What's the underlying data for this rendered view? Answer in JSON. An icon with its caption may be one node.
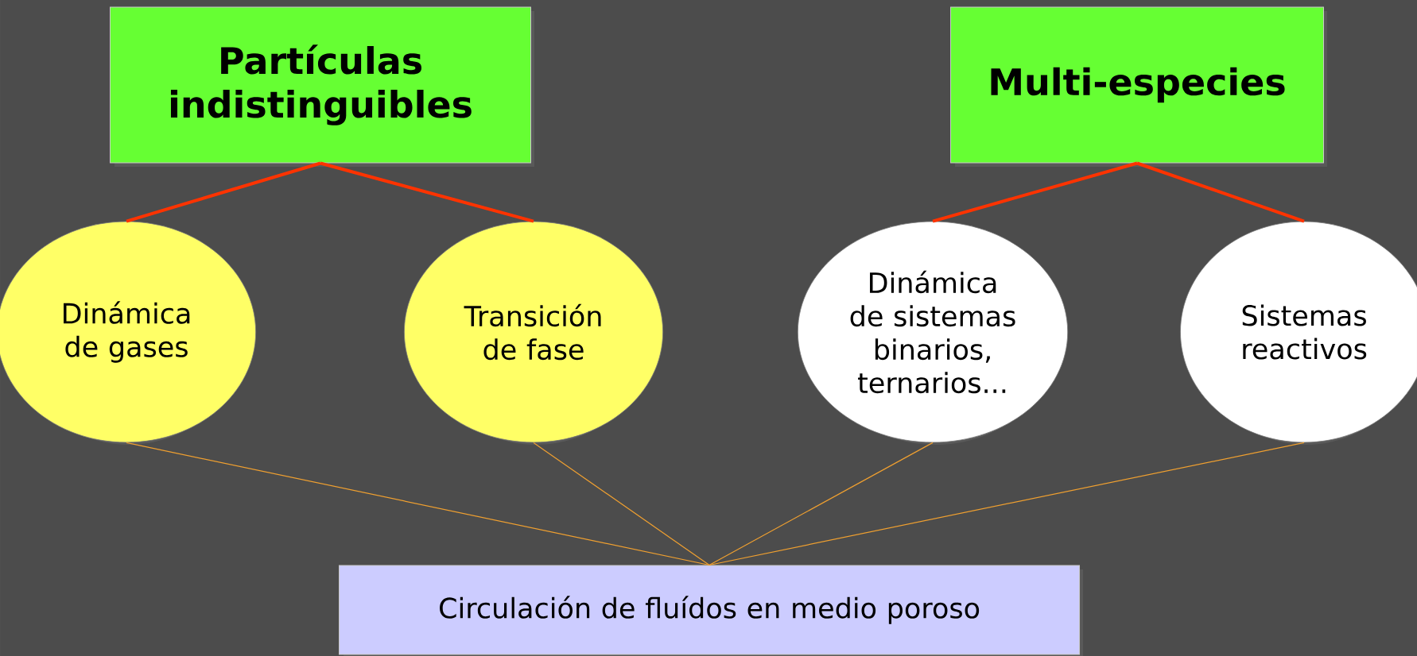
{
  "diagram": {
    "nodes": [
      {
        "text": [
          "Partículas indistinguibles"
        ]
      },
      {
        "text": [
          "Multi-especies"
        ]
      },
      {
        "text": [
          "Dinámica de gases"
        ]
      },
      {
        "text": [
          "Transición de fase"
        ]
      },
      {
        "text": [
          "Dinámica de sistemas binarios, ternarios..."
        ]
      },
      {
        "text": [
          "Sistemas reactivos"
        ]
      },
      {
        "text": [
          "Circulación de fluídos en medio poroso"
        ]
      }
    ],
    "edges": [
      {
        "from": 0,
        "to": 2,
        "arrow": "none",
        "style": "thick",
        "color": "#ff3300"
      },
      {
        "from": 0,
        "to": 3,
        "arrow": "none",
        "style": "thick",
        "color": "#ff3300"
      },
      {
        "from": 1,
        "to": 4,
        "arrow": "none",
        "style": "thick",
        "color": "#ff3300"
      },
      {
        "from": 1,
        "to": 5,
        "arrow": "none",
        "style": "thick",
        "color": "#ff3300"
      },
      {
        "from": 2,
        "to": 6,
        "arrow": "none",
        "color": "#f0a030"
      },
      {
        "from": 3,
        "to": 6,
        "arrow": "none",
        "color": "#f0a030"
      },
      {
        "from": 4,
        "to": 6,
        "arrow": "none",
        "color": "#f0a030"
      },
      {
        "from": 5,
        "to": 6,
        "arrow": "none",
        "color": "#f0a030"
      }
    ]
  }
}
